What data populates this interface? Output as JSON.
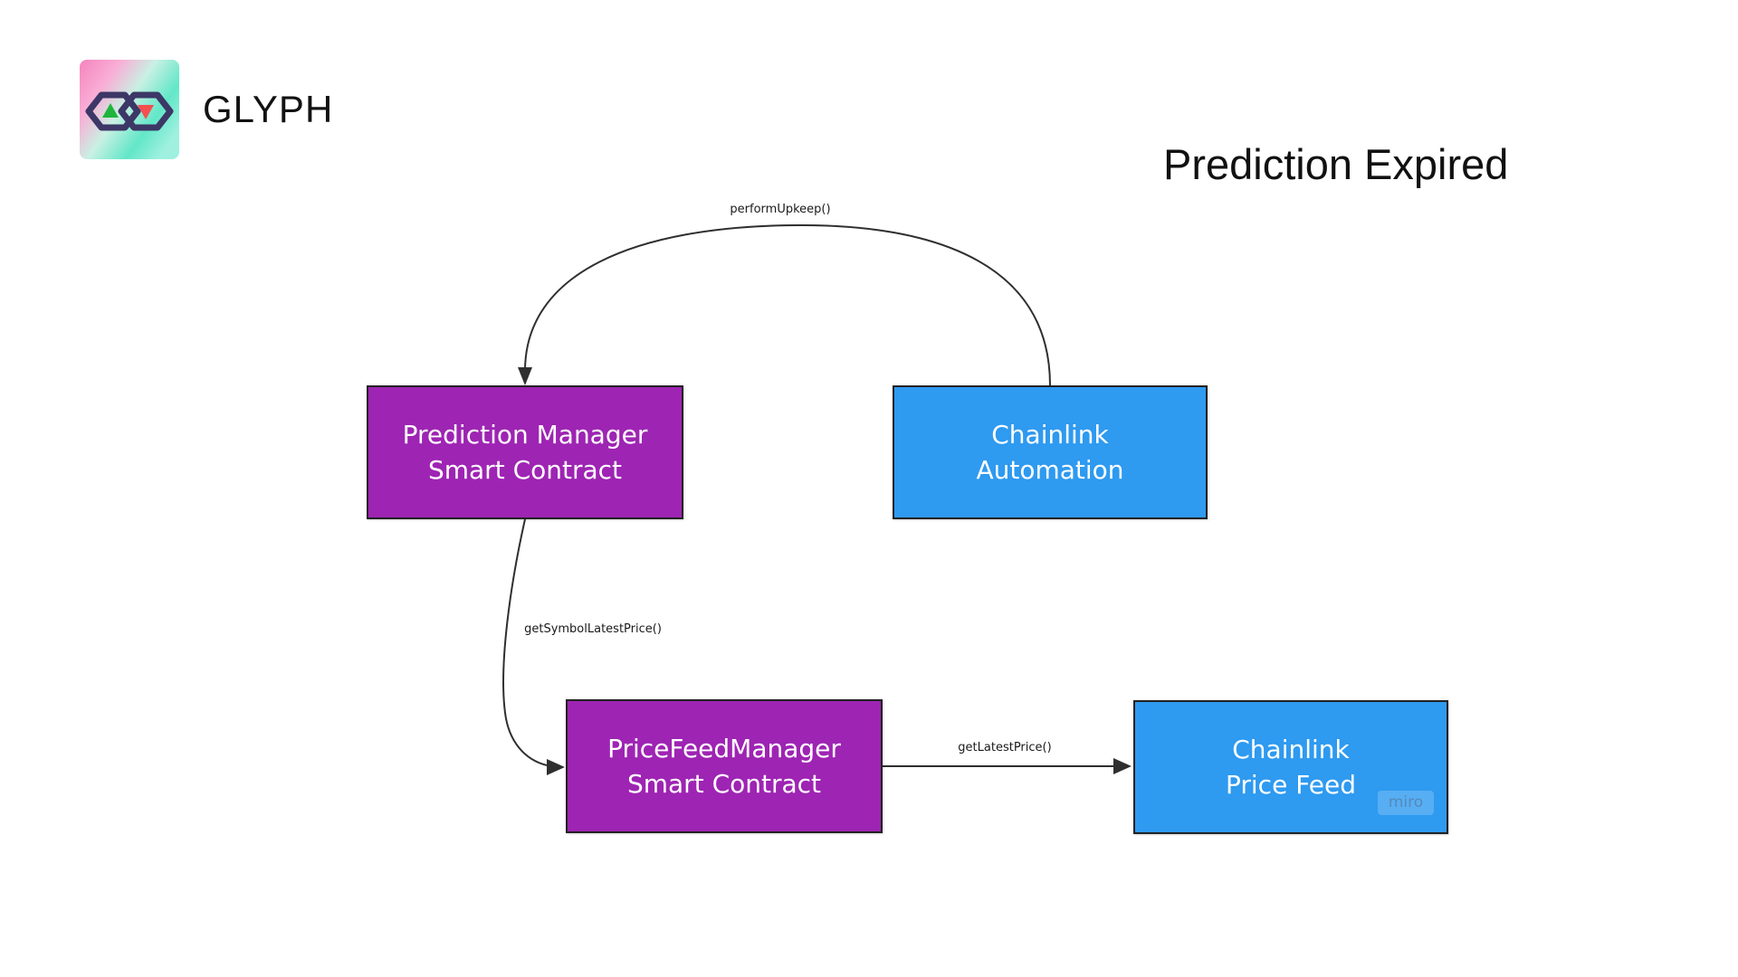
{
  "brand": {
    "name": "GLYPH",
    "logo": {
      "icon": "hexagon-goggles-icon",
      "gradient_start": "#f470b2",
      "gradient_end": "#62e7c8",
      "outline_color": "#3c3766",
      "up_triangle_color": "#1fb53c",
      "down_triangle_color": "#f4504e"
    }
  },
  "header": {
    "title": "Prediction Expired"
  },
  "diagram": {
    "nodes": [
      {
        "id": "prediction-manager",
        "line1": "Prediction Manager",
        "line2": "Smart Contract",
        "color": "#9e24b3"
      },
      {
        "id": "chainlink-automation",
        "line1": "Chainlink",
        "line2": "Automation",
        "color": "#2e9af0"
      },
      {
        "id": "pricefeed-manager",
        "line1": "PriceFeedManager",
        "line2": "Smart Contract",
        "color": "#9e24b3"
      },
      {
        "id": "chainlink-price-feed",
        "line1": "Chainlink",
        "line2": "Price Feed",
        "color": "#2e9af0"
      }
    ],
    "edges": [
      {
        "id": "perform-upkeep",
        "label": "performUpkeep()",
        "from": "chainlink-automation",
        "to": "prediction-manager"
      },
      {
        "id": "get-symbol-latest-price",
        "label": "getSymbolLatestPrice()",
        "from": "prediction-manager",
        "to": "pricefeed-manager"
      },
      {
        "id": "get-latest-price",
        "label": "getLatestPrice()",
        "from": "pricefeed-manager",
        "to": "chainlink-price-feed"
      }
    ],
    "edge_color": "#2f2f2f"
  },
  "watermark": {
    "label": "miro"
  }
}
